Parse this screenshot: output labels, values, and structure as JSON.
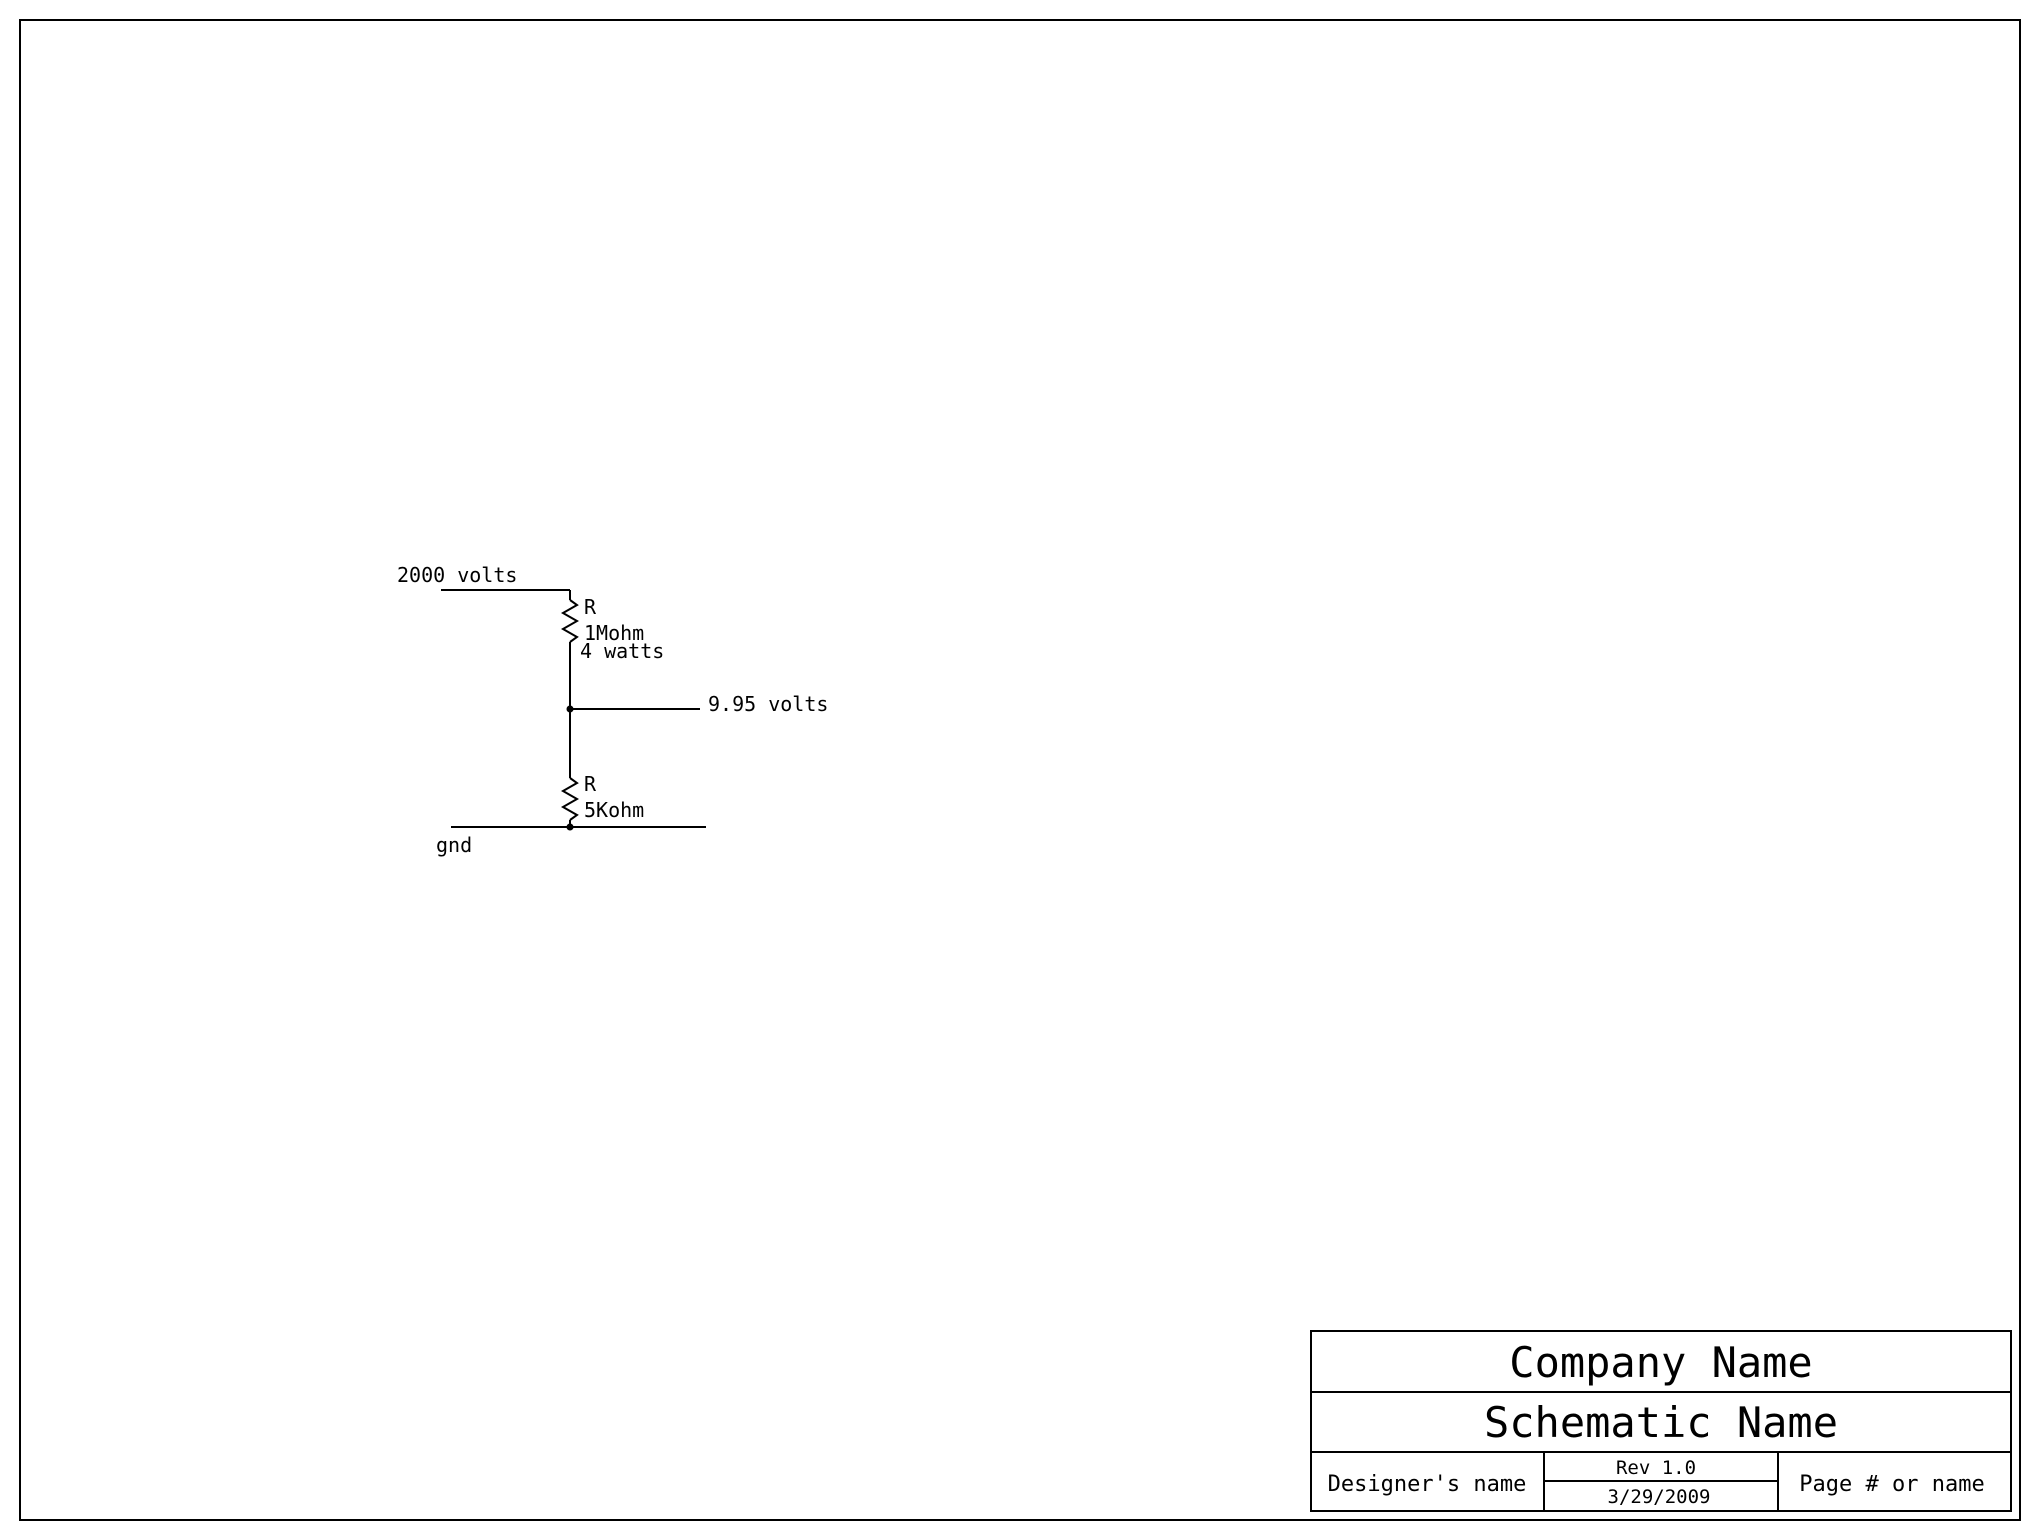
{
  "colors": {
    "ink": "#000000",
    "paper": "#ffffff"
  },
  "circuit": {
    "input_label": "2000 volts",
    "r1": {
      "ref": "R",
      "value": "1Mohm",
      "power": "4 watts"
    },
    "output_label": "9.95 volts",
    "r2": {
      "ref": "R",
      "value": "5Kohm"
    },
    "ground_label": "gnd"
  },
  "title_block": {
    "company": "Company Name",
    "schematic": "Schematic Name",
    "designer": "Designer's name",
    "revision": "Rev 1.0",
    "date": "3/29/2009",
    "page": "Page # or name"
  }
}
